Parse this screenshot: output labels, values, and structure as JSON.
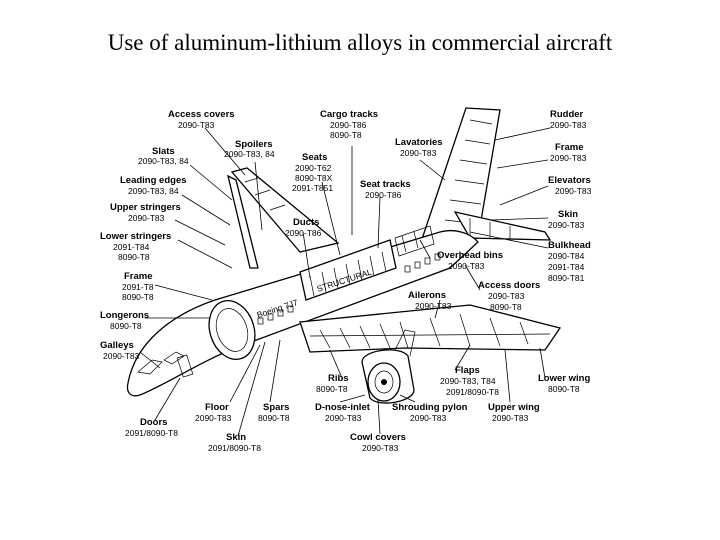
{
  "title": "Use of aluminum-lithium alloys in commercial aircraft",
  "diagram": {
    "fuselage_text_1": "STRUCTURAL",
    "fuselage_text_2": "Boeing 7J7",
    "callouts": [
      {
        "id": "access-covers",
        "name": "Access covers",
        "alloy": "2090-T83"
      },
      {
        "id": "cargo-tracks",
        "name": "Cargo tracks",
        "alloy": "2090-T86",
        "alloy2": "8090-T8"
      },
      {
        "id": "rudder",
        "name": "Rudder",
        "alloy": "2090-T83"
      },
      {
        "id": "slats",
        "name": "Slats",
        "alloy": "2090-T83, 84"
      },
      {
        "id": "spoilers",
        "name": "Spoilers",
        "alloy": "2090-T83, 84"
      },
      {
        "id": "lavatories",
        "name": "Lavatories",
        "alloy": "2090-T83"
      },
      {
        "id": "frame-right",
        "name": "Frame",
        "alloy": "2090-T83"
      },
      {
        "id": "leading-edges",
        "name": "Leading edges",
        "alloy": "2090-T83, 84"
      },
      {
        "id": "seats",
        "name": "Seats",
        "alloy": "2090-T62",
        "alloy2": "8090-T8X",
        "alloy3": "2091-T851"
      },
      {
        "id": "seat-tracks",
        "name": "Seat tracks",
        "alloy": "2090-T86"
      },
      {
        "id": "elevators",
        "name": "Elevators",
        "alloy": "2090-T83"
      },
      {
        "id": "upper-stringers",
        "name": "Upper stringers",
        "alloy": "2090-T83"
      },
      {
        "id": "skin-right",
        "name": "Skin",
        "alloy": "2090-T83"
      },
      {
        "id": "ducts",
        "name": "Ducts",
        "alloy": "2090-T86"
      },
      {
        "id": "lower-stringers",
        "name": "Lower stringers",
        "alloy": "2091-T84",
        "alloy2": "8090-T8"
      },
      {
        "id": "bulkhead",
        "name": "Bulkhead",
        "alloy": "2090-T84",
        "alloy2": "2091-T84",
        "alloy3": "8090-T81"
      },
      {
        "id": "overhead-bins",
        "name": "Overhead bins",
        "alloy": "2090-T83"
      },
      {
        "id": "frame-left",
        "name": "Frame",
        "alloy": "2091-T8",
        "alloy2": "8090-T8"
      },
      {
        "id": "access-doors",
        "name": "Access doors",
        "alloy": "2090-T83",
        "alloy2": "8090-T8"
      },
      {
        "id": "ailerons",
        "name": "Ailerons",
        "alloy": "2090-T83"
      },
      {
        "id": "longerons",
        "name": "Longerons",
        "alloy": "8090-T8"
      },
      {
        "id": "galleys",
        "name": "Galleys",
        "alloy": "2090-T83"
      },
      {
        "id": "flaps",
        "name": "Flaps",
        "alloy": "2090-T83, T84",
        "alloy2": "2091/8090-T8"
      },
      {
        "id": "lower-wing",
        "name": "Lower wing",
        "alloy": "8090-T8"
      },
      {
        "id": "ribs",
        "name": "Ribs",
        "alloy": "8090-T8"
      },
      {
        "id": "floor",
        "name": "Floor",
        "alloy": "2090-T83"
      },
      {
        "id": "spars",
        "name": "Spars",
        "alloy": "8090-T8"
      },
      {
        "id": "d-nose-inlet",
        "name": "D-nose-inlet",
        "alloy": "2090-T83"
      },
      {
        "id": "shrouding-pylon",
        "name": "Shrouding pylon",
        "alloy": "2090-T83"
      },
      {
        "id": "upper-wing",
        "name": "Upper wing",
        "alloy": "2090-T83"
      },
      {
        "id": "doors",
        "name": "Doors",
        "alloy": "2091/8090-T8"
      },
      {
        "id": "skin-bottom",
        "name": "Skin",
        "alloy": "2091/8090-T8"
      },
      {
        "id": "cowl-covers",
        "name": "Cowl covers",
        "alloy": "2090-T83"
      }
    ]
  }
}
